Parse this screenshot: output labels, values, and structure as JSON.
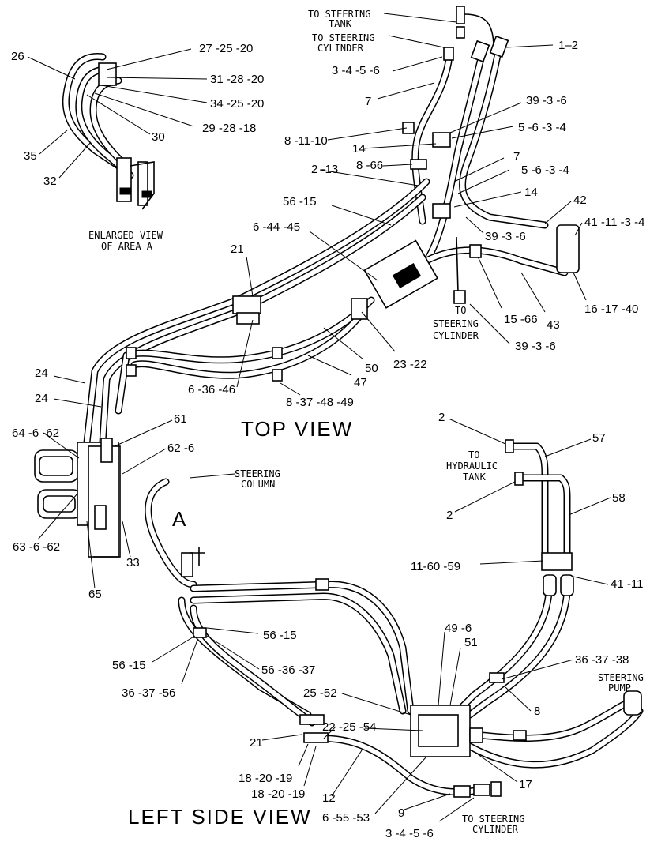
{
  "view_titles": {
    "top": "TOP VIEW",
    "left": "LEFT SIDE VIEW",
    "enlarged_line1": "ENLARGED VIEW",
    "enlarged_line2": "OF AREA A",
    "area_marker": "A"
  },
  "captions": {
    "to_steering_tank_1": "TO STEERING",
    "to_steering_tank_2": "TANK",
    "to_steering_cyl_top_1": "TO STEERING",
    "to_steering_cyl_top_2": "CYLINDER",
    "to_steering_cyl_mid_1": "TO",
    "to_steering_cyl_mid_2": "STEERING",
    "to_steering_cyl_mid_3": "CYLINDER",
    "to_hydraulic_tank_1": "TO",
    "to_hydraulic_tank_2": "HYDRAULIC",
    "to_hydraulic_tank_3": "TANK",
    "steering_column_1": "STEERING",
    "steering_column_2": "COLUMN",
    "steering_pump_1": "STEERING",
    "steering_pump_2": "PUMP",
    "to_steering_cyl_bot_1": "TO STEERING",
    "to_steering_cyl_bot_2": "CYLINDER"
  },
  "callouts": [
    "27 -25 -20",
    "31 -28 -20",
    "34 -25 -20",
    "29 -28 -18",
    "26",
    "30",
    "35",
    "32",
    "1–2",
    "3 -4 -5 -6",
    "7",
    "39 -3 -6",
    "5 -6 -3 -4",
    "8 -11-10",
    "14",
    "8 -66",
    "7",
    "2 -13",
    "5 -6 -3 -4",
    "14",
    "42",
    "56 -15",
    "41 -11 -3 -4",
    "6 -44 -45",
    "39 -3 -6",
    "21",
    "16 -17 -40",
    "15 -66",
    "43",
    "39 -3 -6",
    "23 -22",
    "50",
    "47",
    "6 -36 -46",
    "8 -37 -48 -49",
    "24",
    "24",
    "61",
    "64 -6 -62",
    "62 -6",
    "63 -6 -62",
    "33",
    "65",
    "2",
    "57",
    "58",
    "2",
    "11-60 -59",
    "41 -11",
    "56 -15",
    "56 -15",
    "56 -36 -37",
    "36 -37 -56",
    "49 -6",
    "51",
    "36 -37 -38",
    "25 -52",
    "8",
    "21",
    "22 -25 -54",
    "18 -20 -19",
    "18 -20 -19",
    "17",
    "12",
    "9",
    "6 -55 -53",
    "3 -4 -5 -6"
  ]
}
